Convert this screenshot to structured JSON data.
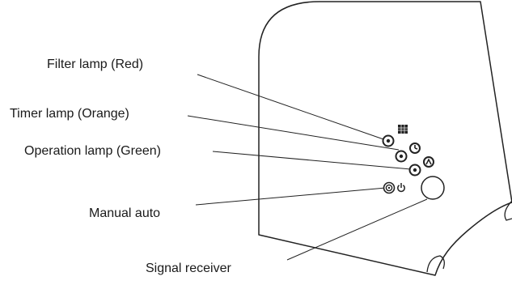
{
  "labels": {
    "filter_lamp": "Filter lamp (Red)",
    "timer_lamp": "Timer lamp (Orange)",
    "operation_lamp": "Operation lamp (Green)",
    "manual_auto": "Manual auto",
    "signal_receiver": "Signal receiver"
  },
  "indicators": {
    "filter": "filter-icon",
    "timer": "clock-icon",
    "operation": "operation-icon",
    "manual_auto": "power-icon"
  },
  "colors": {
    "line": "#222222",
    "text": "#1a1a1a",
    "background": "#ffffff"
  }
}
